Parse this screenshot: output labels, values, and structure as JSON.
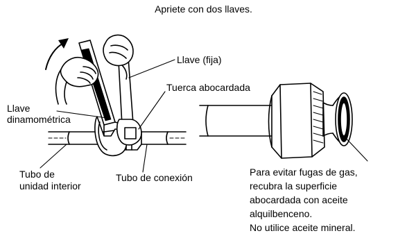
{
  "title": "Apriete con dos llaves.",
  "labels": {
    "fixed_wrench": "Llave (fija)",
    "flare_nut": "Tuerca abocardada",
    "torque_wrench_line1": "Llave",
    "torque_wrench_line2": "dinamométrica",
    "indoor_pipe_line1": "Tubo de",
    "indoor_pipe_line2": "unidad interior",
    "connection_pipe": "Tubo de conexión"
  },
  "note_lines": [
    "Para evitar fugas de gas,",
    "recubra la superficie",
    "abocardada con aceite",
    "alquilbenceno.",
    "No utilice aceite mineral."
  ],
  "colors": {
    "ink": "#000000",
    "paper": "#ffffff"
  }
}
